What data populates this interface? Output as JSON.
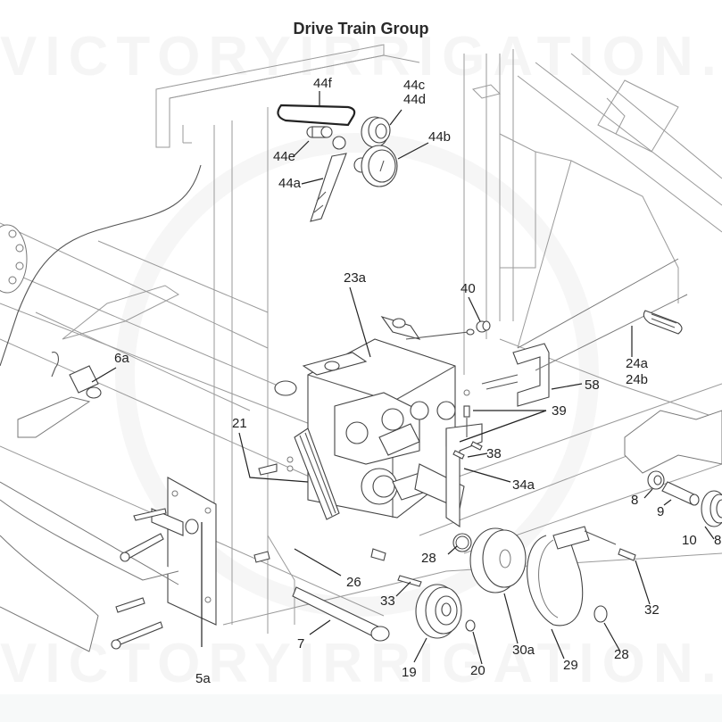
{
  "diagram": {
    "title": "Drive Train Group",
    "watermark": "VICTORYIRRIGATION.COM",
    "callouts": [
      {
        "id": "44f",
        "label": "44f"
      },
      {
        "id": "44c",
        "label": "44c"
      },
      {
        "id": "44d",
        "label": "44d"
      },
      {
        "id": "44b",
        "label": "44b"
      },
      {
        "id": "44e",
        "label": "44e"
      },
      {
        "id": "44a",
        "label": "44a"
      },
      {
        "id": "23a",
        "label": "23a"
      },
      {
        "id": "40",
        "label": "40"
      },
      {
        "id": "6a",
        "label": "6a"
      },
      {
        "id": "24a",
        "label": "24a"
      },
      {
        "id": "24b",
        "label": "24b"
      },
      {
        "id": "58",
        "label": "58"
      },
      {
        "id": "39",
        "label": "39"
      },
      {
        "id": "21",
        "label": "21"
      },
      {
        "id": "38",
        "label": "38"
      },
      {
        "id": "34a",
        "label": "34a"
      },
      {
        "id": "8",
        "label": "8"
      },
      {
        "id": "9",
        "label": "9"
      },
      {
        "id": "10",
        "label": "10"
      },
      {
        "id": "8b",
        "label": "8"
      },
      {
        "id": "28a",
        "label": "28"
      },
      {
        "id": "26",
        "label": "26"
      },
      {
        "id": "33",
        "label": "33"
      },
      {
        "id": "32",
        "label": "32"
      },
      {
        "id": "7",
        "label": "7"
      },
      {
        "id": "30a",
        "label": "30a"
      },
      {
        "id": "28b",
        "label": "28"
      },
      {
        "id": "29",
        "label": "29"
      },
      {
        "id": "19",
        "label": "19"
      },
      {
        "id": "20",
        "label": "20"
      },
      {
        "id": "5a",
        "label": "5a"
      }
    ]
  }
}
